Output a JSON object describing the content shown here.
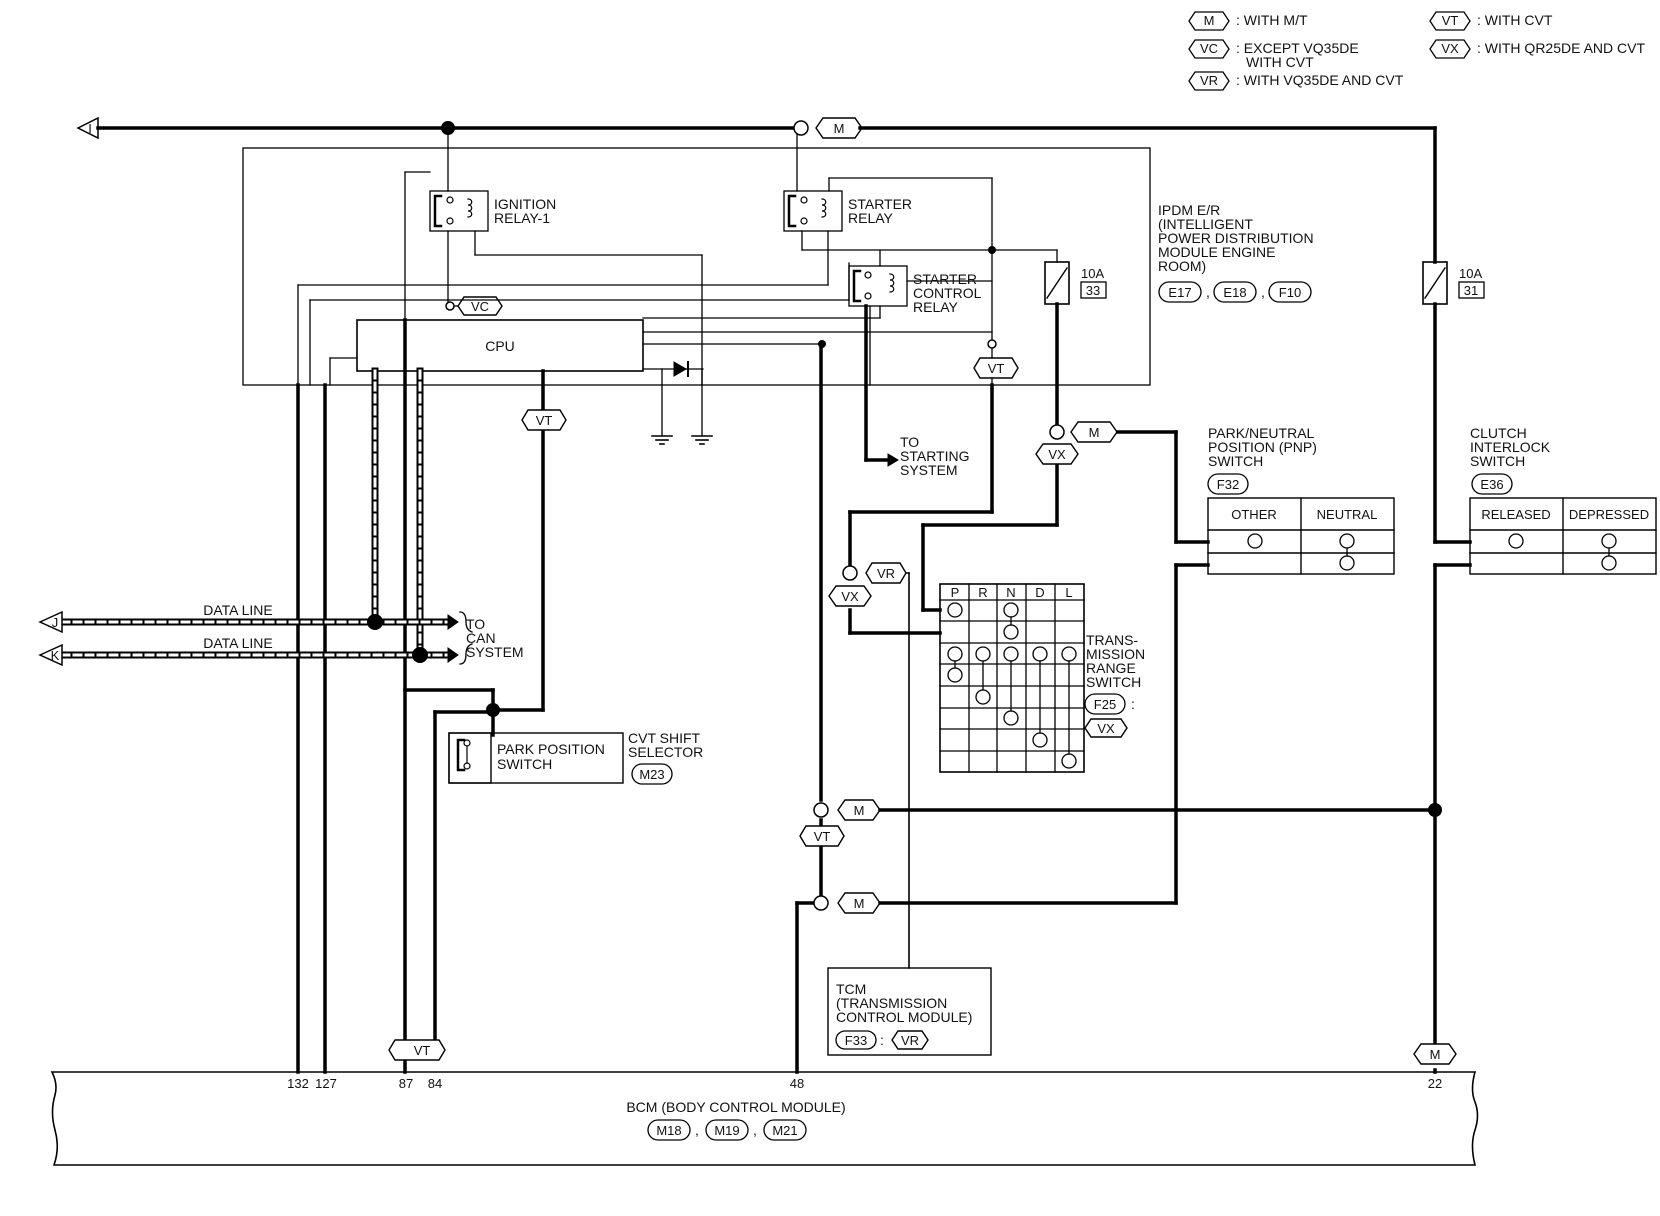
{
  "legend": [
    {
      "code": "M",
      "text": ": WITH M/T"
    },
    {
      "code": "VC",
      "text": ": EXCEPT VQ35DE WITH CVT"
    },
    {
      "code": "VR",
      "text": ": WITH VQ35DE AND CVT"
    },
    {
      "code": "VT",
      "text": ": WITH CVT"
    },
    {
      "code": "VX",
      "text": ": WITH QR25DE AND CVT"
    }
  ],
  "connectors": {
    "i": "I",
    "j": "J",
    "k": "K"
  },
  "ipdm": {
    "title": "IPDM E/R",
    "sub1": "(INTELLIGENT",
    "sub2": "POWER DISTRIBUTION",
    "sub3": "MODULE ENGINE",
    "sub4": "ROOM)",
    "conn1": "E17",
    "conn2": "E18",
    "conn3": "F10",
    "ignition_relay_1": "IGNITION",
    "ignition_relay_2": "RELAY-1",
    "starter_relay_1": "STARTER",
    "starter_relay_2": "RELAY",
    "starter_ctrl_1": "STARTER",
    "starter_ctrl_2": "CONTROL",
    "starter_ctrl_3": "RELAY",
    "cpu": "CPU",
    "fuse_amp": "10A",
    "fuse_no": "33"
  },
  "fuse31": {
    "amp": "10A",
    "no": "31"
  },
  "starting": {
    "l1": "TO",
    "l2": "STARTING",
    "l3": "SYSTEM"
  },
  "data_line": {
    "l1": "DATA LINE",
    "l2": "DATA LINE"
  },
  "can": {
    "l1": "TO",
    "l2": "CAN",
    "l3": "SYSTEM"
  },
  "pnp": {
    "l1": "PARK/NEUTRAL",
    "l2": "POSITION (PNP)",
    "l3": "SWITCH",
    "conn": "F32",
    "col1": "OTHER",
    "col2": "NEUTRAL"
  },
  "clutch": {
    "l1": "CLUTCH",
    "l2": "INTERLOCK",
    "l3": "SWITCH",
    "conn": "E36",
    "col1": "RELEASED",
    "col2": "DEPRESSED"
  },
  "trs": {
    "l1": "TRANS-",
    "l2": "MISSION",
    "l3": "RANGE",
    "l4": "SWITCH",
    "conn": "F25",
    "colon": ":",
    "variant": "VX",
    "cols": [
      "P",
      "R",
      "N",
      "D",
      "L"
    ]
  },
  "park": {
    "l1": "PARK POSITION",
    "l2": "SWITCH"
  },
  "cvt": {
    "l1": "CVT SHIFT",
    "l2": "SELECTOR",
    "conn": "M23"
  },
  "tcm": {
    "l1": "TCM",
    "l2": "(TRANSMISSION",
    "l3": "CONTROL MODULE)",
    "conn": "F33",
    "colon": ":",
    "variant": "VR"
  },
  "bcm": {
    "title": "BCM (BODY CONTROL MODULE)",
    "conn1": "M18",
    "conn2": "M19",
    "conn3": "M21",
    "sep": ","
  },
  "pins": {
    "p132": "132",
    "p127": "127",
    "p87": "87",
    "p84": "84",
    "p48": "48",
    "p22": "22"
  },
  "tags": {
    "m": "M",
    "vc": "VC",
    "vt": "VT",
    "vx": "VX",
    "vr": "VR"
  }
}
